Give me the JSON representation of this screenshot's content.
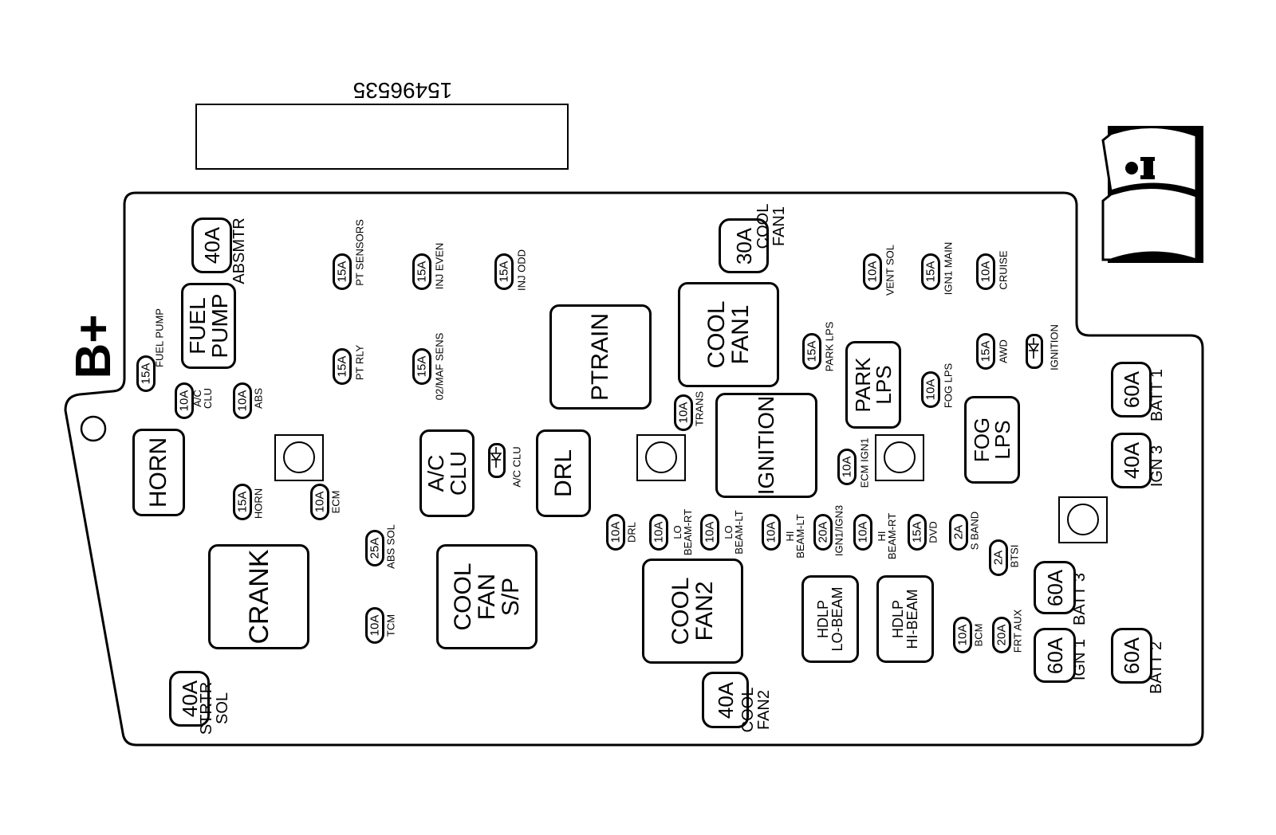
{
  "diagram": {
    "part_number": "15496535",
    "power_label": "B+",
    "relays": [
      {
        "id": "fuel_pump",
        "text": "FUEL\nPUMP"
      },
      {
        "id": "horn",
        "text": "HORN"
      },
      {
        "id": "crank",
        "text": "CRANK"
      },
      {
        "id": "ac_clu",
        "text": "A/C\nCLU"
      },
      {
        "id": "drl",
        "text": "DRL"
      },
      {
        "id": "cool_fan_sp",
        "text": "COOL\nFAN\nS/P"
      },
      {
        "id": "ptrain",
        "text": "PTRAIN"
      },
      {
        "id": "cool_fan1",
        "text": "COOL\nFAN1"
      },
      {
        "id": "ignition",
        "text": "IGNITION"
      },
      {
        "id": "cool_fan2",
        "text": "COOL\nFAN2"
      },
      {
        "id": "park_lps",
        "text": "PARK\nLPS"
      },
      {
        "id": "fog_lps",
        "text": "FOG\nLPS"
      },
      {
        "id": "hdlp_lo",
        "text": "HDLP\nLO-BEAM"
      },
      {
        "id": "hdlp_hi",
        "text": "HDLP\nHI-BEAM"
      }
    ],
    "maxi_fuses": [
      {
        "id": "absmtr",
        "rating": "40A",
        "label": "ABSMTR"
      },
      {
        "id": "strtr_sol",
        "rating": "40A",
        "label": "STRTR\nSOL"
      },
      {
        "id": "cool_fan1_fuse",
        "rating": "30A",
        "label": "COOL\nFAN1"
      },
      {
        "id": "cool_fan2_fuse",
        "rating": "40A",
        "label": "COOL\nFAN2"
      },
      {
        "id": "batt1",
        "rating": "60A",
        "label": "BATT 1"
      },
      {
        "id": "ign3",
        "rating": "40A",
        "label": "IGN 3"
      },
      {
        "id": "batt3",
        "rating": "60A",
        "label": "BATT 3"
      },
      {
        "id": "ign1",
        "rating": "60A",
        "label": "IGN 1"
      },
      {
        "id": "batt2",
        "rating": "60A",
        "label": "BATT 2"
      }
    ],
    "mini_fuses": [
      {
        "id": "fuel_pump_f",
        "rating": "15A",
        "label": "FUEL PUMP"
      },
      {
        "id": "ac_clu_f",
        "rating": "10A",
        "label": "A/C\nCLU"
      },
      {
        "id": "abs_f",
        "rating": "10A",
        "label": "ABS"
      },
      {
        "id": "pt_sensors",
        "rating": "15A",
        "label": "PT SENSORS"
      },
      {
        "id": "pt_rly",
        "rating": "15A",
        "label": "PT RLY"
      },
      {
        "id": "inj_even",
        "rating": "15A",
        "label": "INJ EVEN"
      },
      {
        "id": "maf_sens",
        "rating": "15A",
        "label": "02/MAF SENS"
      },
      {
        "id": "inj_odd",
        "rating": "15A",
        "label": "INJ ODD"
      },
      {
        "id": "horn_f",
        "rating": "15A",
        "label": "HORN"
      },
      {
        "id": "ecm_f",
        "rating": "10A",
        "label": "ECM"
      },
      {
        "id": "abs_sol",
        "rating": "25A",
        "label": "ABS SOL"
      },
      {
        "id": "tcm_f",
        "rating": "10A",
        "label": "TCM"
      },
      {
        "id": "trans_f",
        "rating": "10A",
        "label": "TRANS"
      },
      {
        "id": "drl_f",
        "rating": "10A",
        "label": "DRL"
      },
      {
        "id": "lo_beam_rt",
        "rating": "10A",
        "label": "LO\nBEAM-RT"
      },
      {
        "id": "lo_beam_lt",
        "rating": "10A",
        "label": "LO\nBEAM-LT"
      },
      {
        "id": "hi_beam_lt",
        "rating": "10A",
        "label": "HI\nBEAM-LT"
      },
      {
        "id": "ign1_ign3",
        "rating": "20A",
        "label": "IGN1/IGN3"
      },
      {
        "id": "hi_beam_rt",
        "rating": "10A",
        "label": "HI\nBEAM-RT"
      },
      {
        "id": "dvd_f",
        "rating": "15A",
        "label": "DVD"
      },
      {
        "id": "s_band",
        "rating": "2A",
        "label": "S BAND"
      },
      {
        "id": "btsi_f",
        "rating": "2A",
        "label": "BTSI"
      },
      {
        "id": "bcm_f",
        "rating": "10A",
        "label": "BCM"
      },
      {
        "id": "frt_aux",
        "rating": "20A",
        "label": "FRT AUX"
      },
      {
        "id": "ecm_ign1",
        "rating": "10A",
        "label": "ECM IGN1"
      },
      {
        "id": "park_lps_f",
        "rating": "15A",
        "label": "PARK LPS"
      },
      {
        "id": "fog_lps_f",
        "rating": "10A",
        "label": "FOG LPS"
      },
      {
        "id": "vent_sol",
        "rating": "10A",
        "label": "VENT SOL"
      },
      {
        "id": "ign1_main",
        "rating": "15A",
        "label": "IGN1 MAIN"
      },
      {
        "id": "cruise_f",
        "rating": "10A",
        "label": "CRUISE"
      },
      {
        "id": "awd_f",
        "rating": "15A",
        "label": "AWD"
      }
    ],
    "diodes": [
      {
        "id": "ac_clu_diode",
        "label": "A/C CLU"
      },
      {
        "id": "ignition_diode",
        "label": "IGNITION"
      }
    ]
  }
}
